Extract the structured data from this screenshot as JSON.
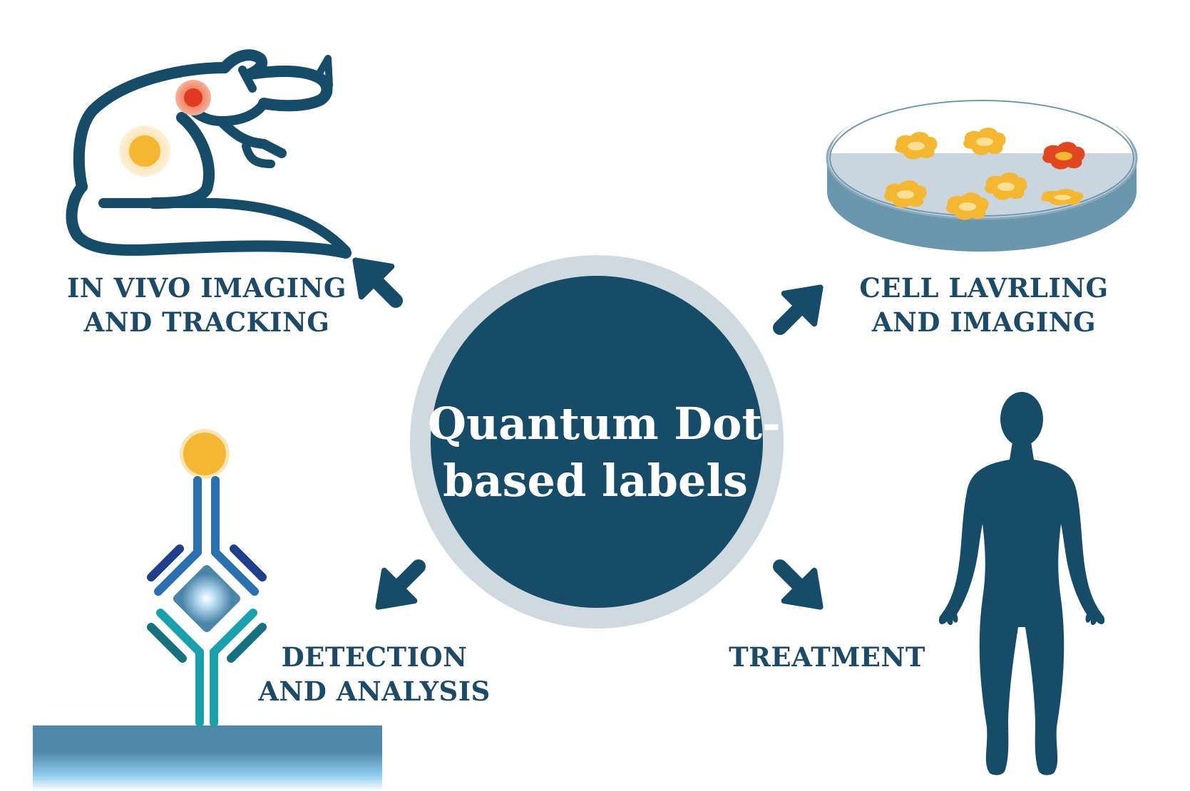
{
  "center": {
    "line1": "Quantum Dot-",
    "line2": "based labels"
  },
  "labels": {
    "in_vivo": {
      "line1": "IN VIVO IMAGING",
      "line2": "AND TRACKING"
    },
    "cell": {
      "line1": "CELL LAVRLING",
      "line2": "AND IMAGING"
    },
    "detection": {
      "line1": "DETECTION",
      "line2": "AND ANALYSIS"
    },
    "treatment": {
      "line1": "TREATMENT"
    }
  },
  "colors": {
    "primary": "#174c69",
    "ring": "#cfd9e0",
    "quantum_dot_yellow": "#f5b731",
    "quantum_dot_red": "#e03a22",
    "antibody_blue": "#2a6fb0",
    "antibody_teal": "#1aa0ac",
    "substrate": "#4f88a8"
  },
  "icons": [
    "mouse-icon",
    "petri-dish-icon",
    "antibody-icon",
    "human-body-icon"
  ]
}
